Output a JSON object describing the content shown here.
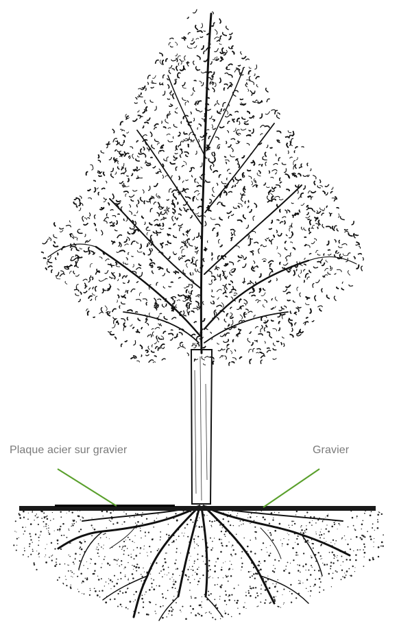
{
  "labels": {
    "left": "Plaque acier sur gravier",
    "right": "Gravier"
  },
  "colors": {
    "leader_line": "#5aa02c",
    "ink": "#111111",
    "label_text": "#7a7a7a",
    "background": "#ffffff"
  },
  "icons": [
    "tree-illustration"
  ]
}
